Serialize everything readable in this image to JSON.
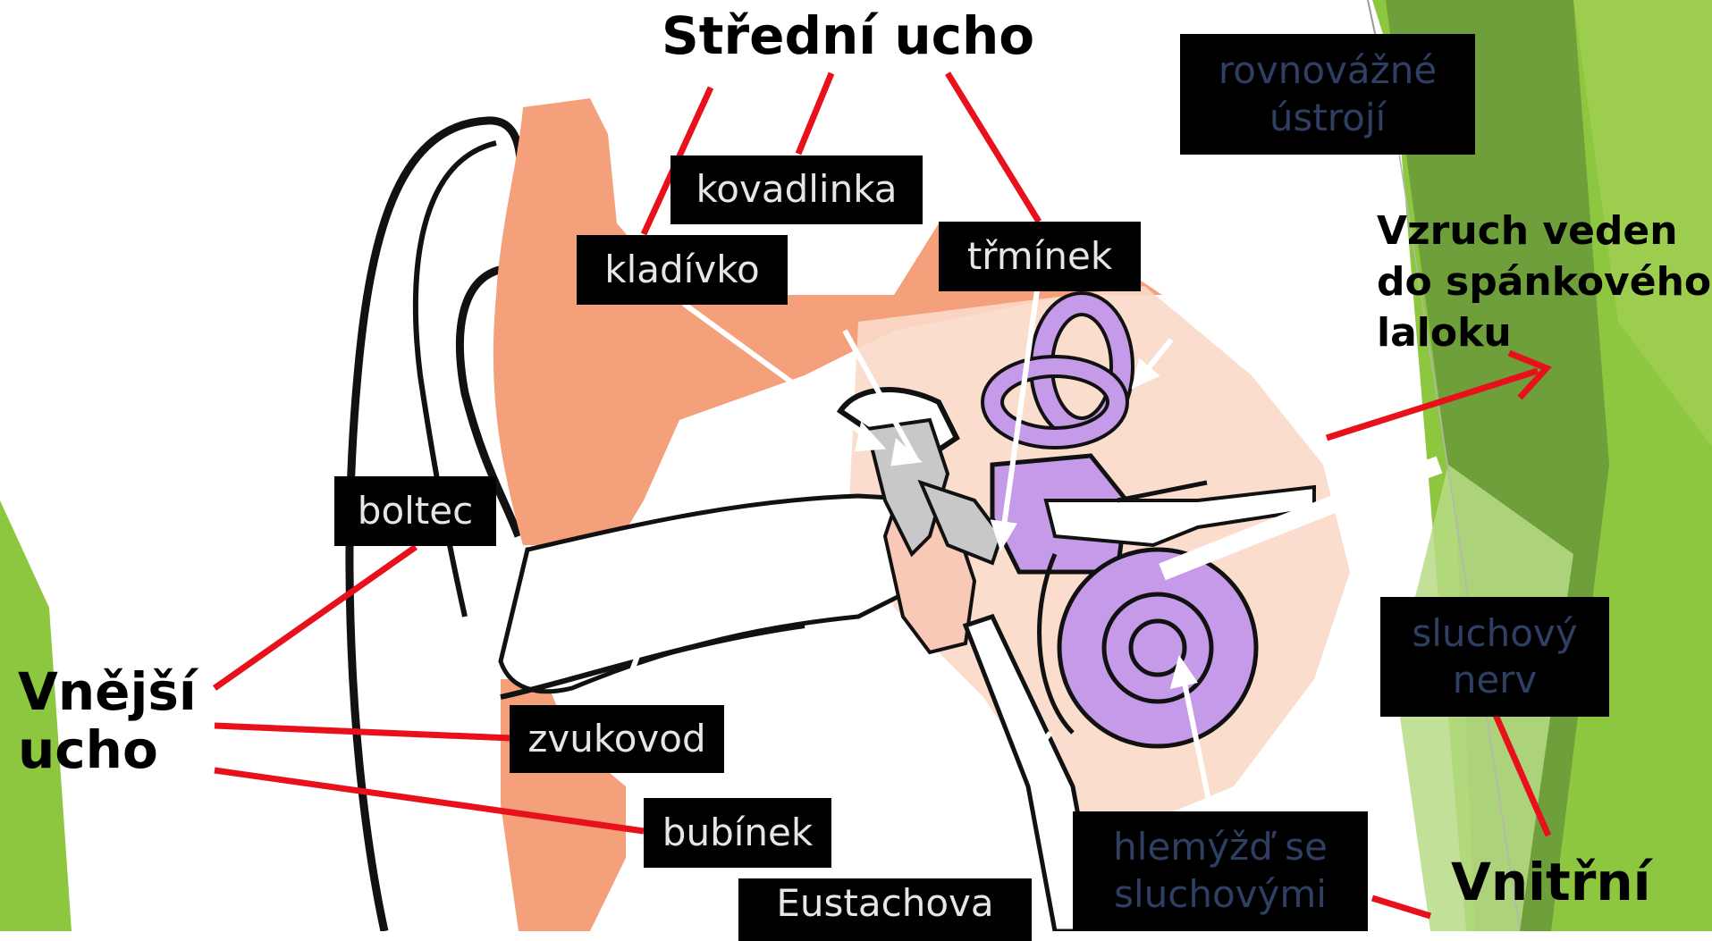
{
  "headings": {
    "middle_ear": "Střední ucho",
    "outer_ear": [
      "Vnější",
      "ucho"
    ],
    "inner_ear": "Vnitřní",
    "impulse": [
      "Vzruch veden",
      "do spánkového",
      "laloku"
    ]
  },
  "labels": {
    "boltec": "boltec",
    "zvukovod": "zvukovod",
    "bubinek": "bubínek",
    "eustachova": "Eustachova",
    "kladivko": "kladívko",
    "kovadlinka": "kovadlinka",
    "trminek": "třmínek",
    "rovnovazne": [
      "rovnovážné",
      "ústrojí"
    ],
    "sluchovy_nerv": [
      "sluchový",
      "nerv"
    ],
    "hlemyzd": [
      "hlemýžď se",
      "sluchovými"
    ]
  },
  "colors": {
    "pointer_line": "#e8101a",
    "label_bg": "#000000",
    "label_text_light": "#e6e6e6",
    "label_text_dark": "#2f3f63",
    "skin": "#f4a07a",
    "skin_light": "#fbd9c9",
    "labyrinth": "#c59ae8",
    "ossicles": "#c8c8c8",
    "accent_green": "#8dc63f",
    "accent_green_dark": "#6e9f3a"
  }
}
